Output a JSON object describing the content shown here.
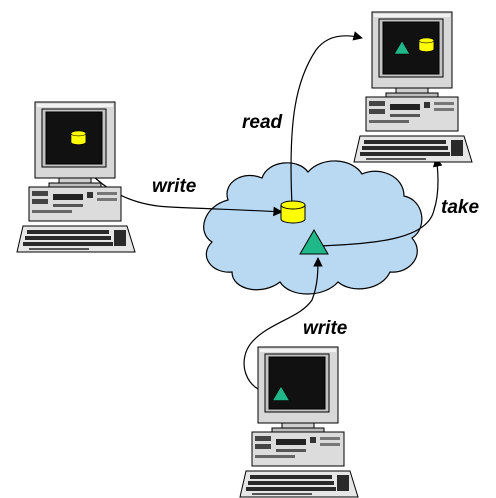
{
  "labels": {
    "read": "read",
    "write_left": "write",
    "take": "take",
    "write_bottom": "write"
  },
  "colors": {
    "cloud_fill": "#b9d8f2",
    "cloud_stroke": "#000000",
    "database_fill": "#ffff00",
    "triangle_fill": "#20b888",
    "monitor_body": "#d8d8d8",
    "screen": "#111111"
  },
  "icons": {
    "cloud": "cloud-network-icon",
    "database": "database-cylinder-icon",
    "entry": "triangle-entry-icon",
    "computer": "desktop-computer-icon"
  }
}
